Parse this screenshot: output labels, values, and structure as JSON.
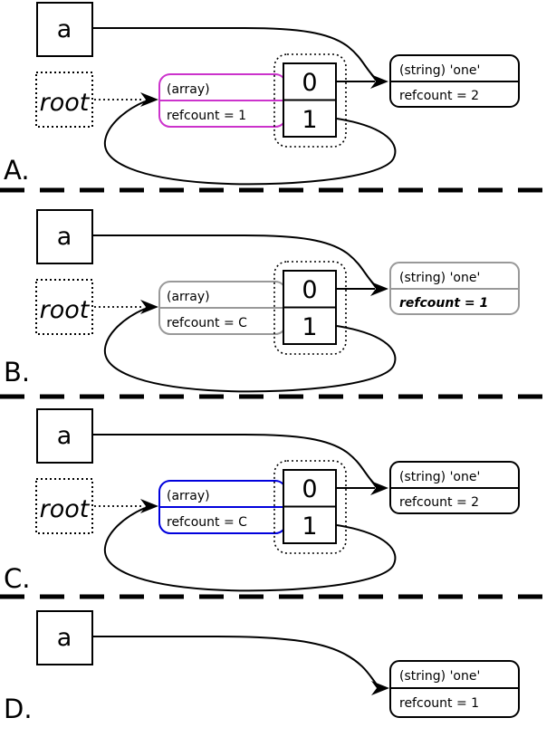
{
  "colors": {
    "magenta": "#cc33cc",
    "blue": "#0000dd",
    "gray": "#999999",
    "black": "#000000"
  },
  "panels": [
    {
      "label": "A.",
      "var": "a",
      "root": "root",
      "array_type": "(array)",
      "array_refcount": "refcount = 1",
      "cell0": "0",
      "cell1": "1",
      "string_type": "(string) 'one'",
      "string_refcount": "refcount = 2"
    },
    {
      "label": "B.",
      "var": "a",
      "root": "root",
      "array_type": "(array)",
      "array_refcount": "refcount = C",
      "cell0": "0",
      "cell1": "1",
      "string_type": "(string) 'one'",
      "string_refcount": "refcount = 1"
    },
    {
      "label": "C.",
      "var": "a",
      "root": "root",
      "array_type": "(array)",
      "array_refcount": "refcount = C",
      "cell0": "0",
      "cell1": "1",
      "string_type": "(string) 'one'",
      "string_refcount": "refcount = 2"
    },
    {
      "label": "D.",
      "var": "a",
      "string_type": "(string) 'one'",
      "string_refcount": "refcount = 1"
    }
  ]
}
